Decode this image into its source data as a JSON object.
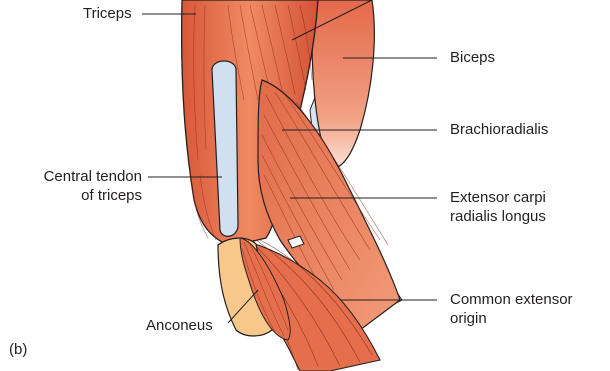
{
  "figure_tag": "(b)",
  "labels": {
    "triceps": "Triceps",
    "biceps": "Biceps",
    "brachioradialis": "Brachioradialis",
    "central_tendon_line1": "Central tendon",
    "central_tendon_line2": "of triceps",
    "ecrl_line1": "Extensor carpi",
    "ecrl_line2": "radialis longus",
    "anconeus": "Anconeus",
    "common_extensor_line1": "Common extensor",
    "common_extensor_line2": "origin"
  },
  "colors": {
    "muscle": "#e8734f",
    "muscle_dark": "#c9482e",
    "tendon": "#cfdff0",
    "bone": "#f6c98f",
    "outline": "#231f20",
    "text": "#231f20"
  }
}
